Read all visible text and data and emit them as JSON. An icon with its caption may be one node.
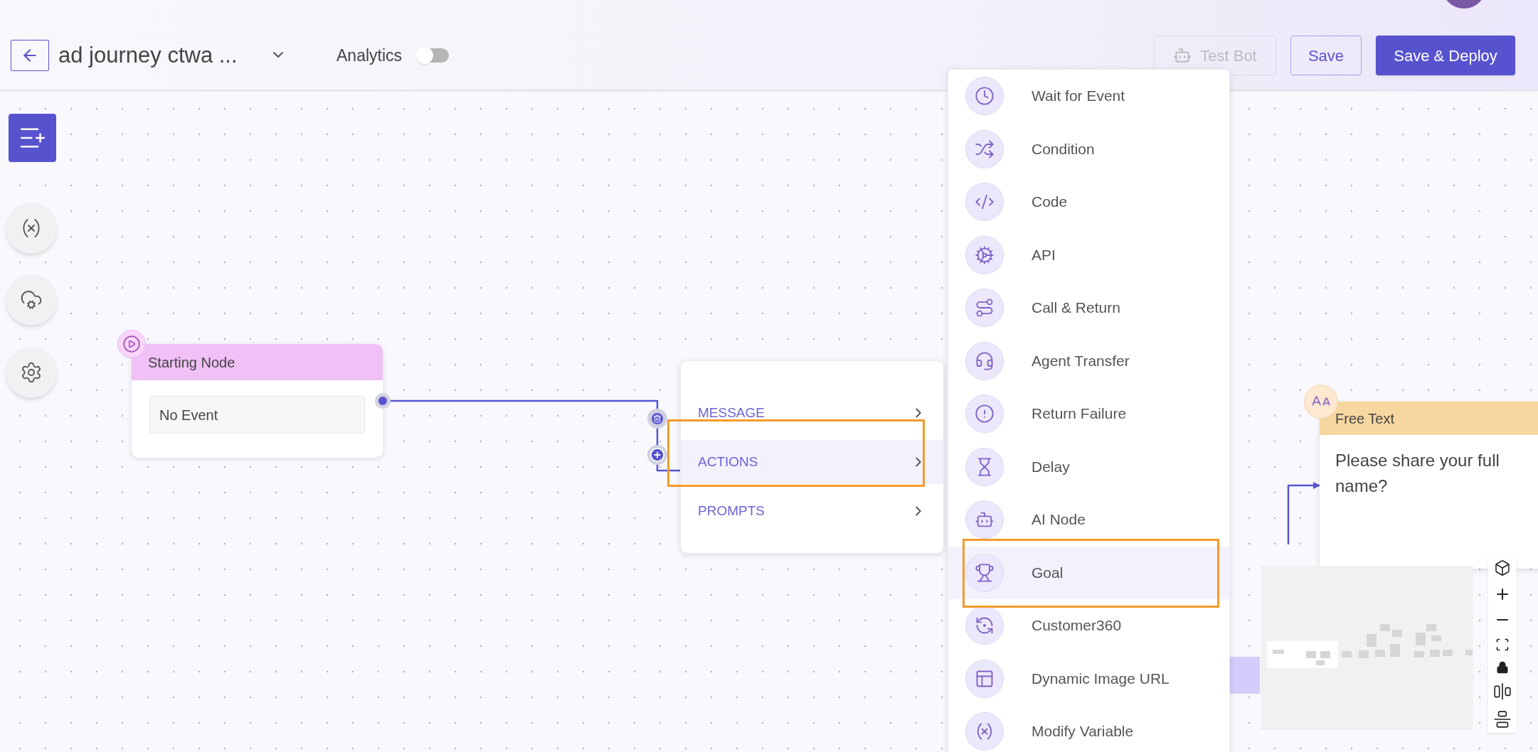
{
  "diagram": {
    "nodes": [
      {
        "text": [
          "Starting Node",
          "No Event"
        ]
      },
      {
        "text": [
          "MESSAGE",
          "ACTIONS",
          "PROMPTS"
        ]
      },
      {
        "text": [
          "Free Text",
          "Please share your full name?"
        ]
      },
      {
        "text": [],
        "shape": "box"
      }
    ],
    "edges": [
      {
        "from": 0,
        "to": 1,
        "arrow": "none"
      },
      {
        "from": null,
        "to": 2,
        "arrow": "to"
      }
    ],
    "labels": [
      "ad journey ctwa ...",
      "Analytics",
      "Test Bot",
      "Save",
      "Save & Deploy",
      "Wait for Event",
      "Condition",
      "Code",
      "API",
      "Call & Return",
      "Agent Transfer",
      "Return Failure",
      "Delay",
      "AI Node",
      "Goal",
      "Customer360",
      "Dynamic Image URL",
      "Modify Variable"
    ]
  }
}
